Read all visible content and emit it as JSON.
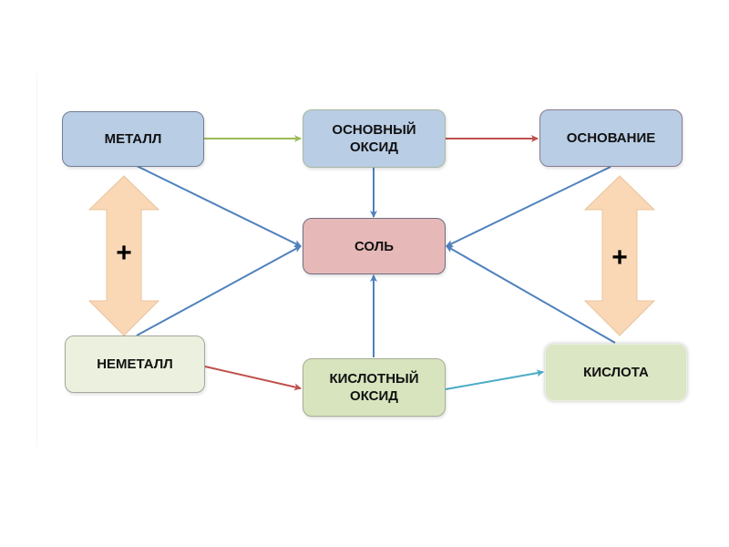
{
  "diagram": {
    "nodes": {
      "metal": {
        "label": "МЕТАЛЛ"
      },
      "basic_oxide": {
        "label": "ОСНОВНЫЙ\nОКСИД"
      },
      "base": {
        "label": "ОСНОВАНИЕ"
      },
      "salt": {
        "label": "СОЛЬ"
      },
      "nonmetal": {
        "label": "НЕМЕТАЛЛ"
      },
      "acid_oxide": {
        "label": "КИСЛОТНЫЙ\nОКСИД"
      },
      "acid": {
        "label": "КИСЛОТА"
      }
    },
    "double_arrows": {
      "left": {
        "label": "+",
        "connects": [
          "МЕТАЛЛ",
          "НЕМЕТАЛЛ"
        ]
      },
      "right": {
        "label": "+",
        "connects": [
          "ОСНОВАНИЕ",
          "КИСЛОТА"
        ]
      }
    },
    "edges": [
      {
        "from": "МЕТАЛЛ",
        "to": "ОСНОВНЫЙ ОКСИД",
        "color": "#9bbb59"
      },
      {
        "from": "ОСНОВНЫЙ ОКСИД",
        "to": "ОСНОВАНИЕ",
        "color": "#c0504d"
      },
      {
        "from": "НЕМЕТАЛЛ",
        "to": "КИСЛОТНЫЙ ОКСИД",
        "color": "#c0504d"
      },
      {
        "from": "КИСЛОТНЫЙ ОКСИД",
        "to": "КИСЛОТА",
        "color": "#4bacc6"
      },
      {
        "from": "МЕТАЛЛ",
        "to": "СОЛЬ",
        "color": "#4f81bd"
      },
      {
        "from": "НЕМЕТАЛЛ",
        "to": "СОЛЬ",
        "color": "#4f81bd"
      },
      {
        "from": "ОСНОВНЫЙ ОКСИД",
        "to": "СОЛЬ",
        "color": "#4f81bd"
      },
      {
        "from": "КИСЛОТНЫЙ ОКСИД",
        "to": "СОЛЬ",
        "color": "#4f81bd"
      },
      {
        "from": "ОСНОВАНИЕ",
        "to": "СОЛЬ",
        "color": "#4f81bd"
      },
      {
        "from": "КИСЛОТА",
        "to": "СОЛЬ",
        "color": "#4f81bd"
      }
    ],
    "colors": {
      "blue_node": "#b9cde5",
      "salt_node": "#e6b9b8",
      "green_node": "#d7e4bd",
      "light_green_node": "#ebf1de",
      "double_arrow": "#fad7b5"
    }
  }
}
